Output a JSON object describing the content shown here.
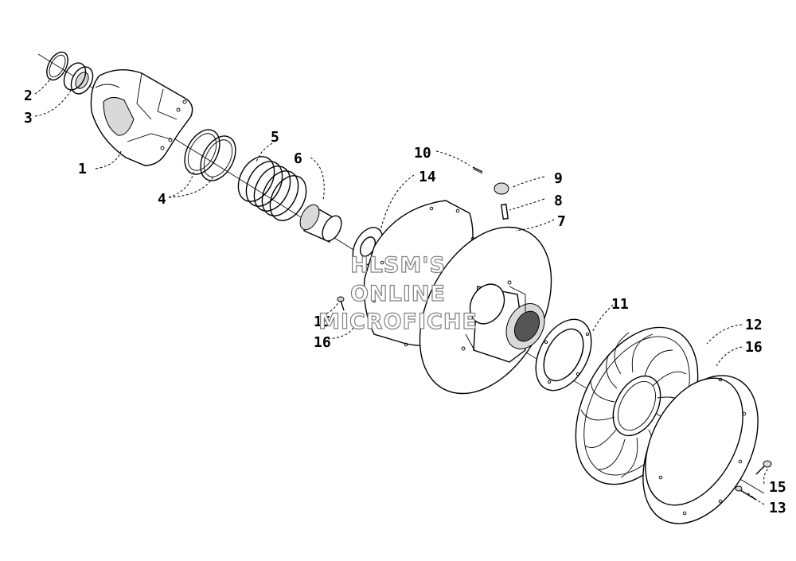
{
  "callouts": {
    "c1": "1",
    "c2": "2",
    "c3": "3",
    "c4": "4",
    "c5": "5",
    "c6": "6",
    "c7": "7",
    "c8": "8",
    "c9": "9",
    "c10": "10",
    "c11": "11",
    "c12": "12",
    "c13": "13",
    "c14": "14",
    "c15a": "15",
    "c15b": "15",
    "c16a": "16",
    "c16b": "16"
  },
  "watermark": {
    "line1": "HLSM'S",
    "line2": "ONLINE",
    "line3": "MICROFICHE"
  },
  "colors": {
    "ink": "#000000",
    "watermark_outline": "#808080"
  }
}
